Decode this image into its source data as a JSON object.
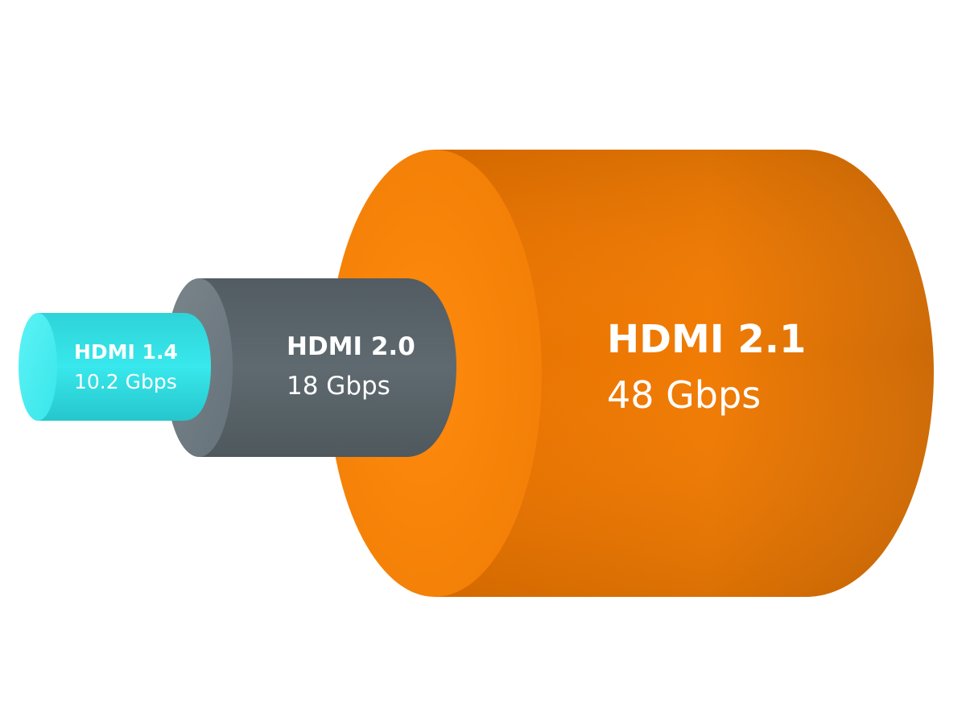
{
  "cylinders": [
    {
      "title": "HDMI 1.4",
      "speed": "10.2 Gbps",
      "color": "#35e6ea"
    },
    {
      "title": "HDMI 2.0",
      "speed": "18 Gbps",
      "color": "#5a656b"
    },
    {
      "title": "HDMI 2.1",
      "speed": "48 Gbps",
      "color": "#f2800a"
    }
  ]
}
